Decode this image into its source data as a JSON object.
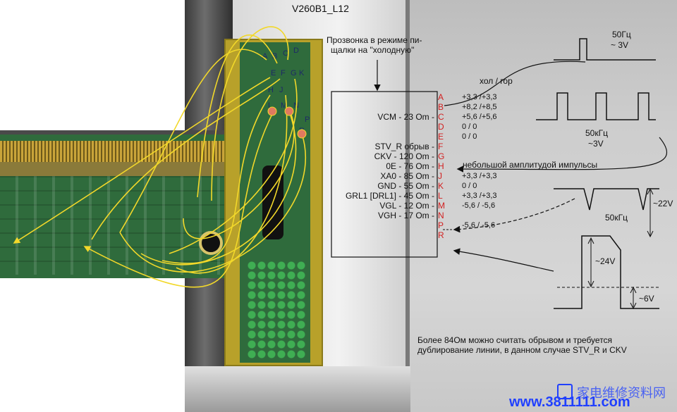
{
  "board_title": "V260B1_L12",
  "note_probe": [
    "Прозвонка в режиме пи-",
    "щалки на \"холодную\""
  ],
  "pad_labels": [
    "A",
    "B",
    "C",
    "D",
    "E",
    "F",
    "G",
    "H",
    "J",
    "K",
    "L",
    "M",
    "N",
    "P",
    "R"
  ],
  "pins": [
    "A",
    "B",
    "C",
    "D",
    "E",
    "F",
    "G",
    "H",
    "J",
    "K",
    "L",
    "M",
    "N",
    "P",
    "R"
  ],
  "signals": [
    {
      "name": "VCM - 23 Om -",
      "pin": "C"
    },
    {
      "name": "STV_R обрыв -",
      "pin": "F"
    },
    {
      "name": "CKV - 120 Om -",
      "pin": "G"
    },
    {
      "name": "0E - 76 Om -",
      "pin": "H"
    },
    {
      "name": "XA0 - 85 Om -",
      "pin": "J"
    },
    {
      "name": "GND - 55 Om -",
      "pin": "K"
    },
    {
      "name": "GRL1 [DRL1] - 45 Om -",
      "pin": "L"
    },
    {
      "name": "VGL - 12 Om -",
      "pin": "M"
    },
    {
      "name": "VGH - 17 Om -",
      "pin": "N"
    }
  ],
  "voltage_header": "хол / гор",
  "voltages": [
    {
      "pin": "A",
      "text": "+3,3 /+3,3"
    },
    {
      "pin": "B",
      "text": "+8,2 /+8,5"
    },
    {
      "pin": "C",
      "text": "+5,6 /+5,6"
    },
    {
      "pin": "D",
      "text": "0      / 0"
    },
    {
      "pin": "E",
      "text": "0    / 0"
    },
    {
      "pin": "J",
      "text": "+3,3 /+3,3"
    },
    {
      "pin": "K",
      "text": "0      / 0"
    },
    {
      "pin": "L",
      "text": "+3,3 /+3,3"
    },
    {
      "pin": "M",
      "text": "-5,6 / -5,6"
    },
    {
      "pin": "P",
      "text": "-5,6 / -5,6"
    }
  ],
  "pulse_note": "небольшой амплитудой импульсы",
  "waveforms": {
    "w1_freq": "50Гц",
    "w1_amp": "~ 3V",
    "w2_freq": "50кГц",
    "w2_amp": "~3V",
    "w3_freq": "50кГц",
    "w3_amp": "~22V",
    "w4_amp_high": "~24V",
    "w4_amp_low": "~6V"
  },
  "footer_note": [
    "Более 84Ом можно считать обрывом и требуется",
    "дублирование линии, в данном случае STV_R и CKV"
  ],
  "watermark_url": "www.3811111.com",
  "watermark_cn": "家电维修资料网",
  "colors": {
    "board_green": "#2f6b3c",
    "flex_yellow": "#b8a12a",
    "wire_yellow": "#f2d82a",
    "pin_red": "#d22020",
    "panel_gray": "#c9c9c9",
    "watermark_blue": "#2040ff"
  }
}
